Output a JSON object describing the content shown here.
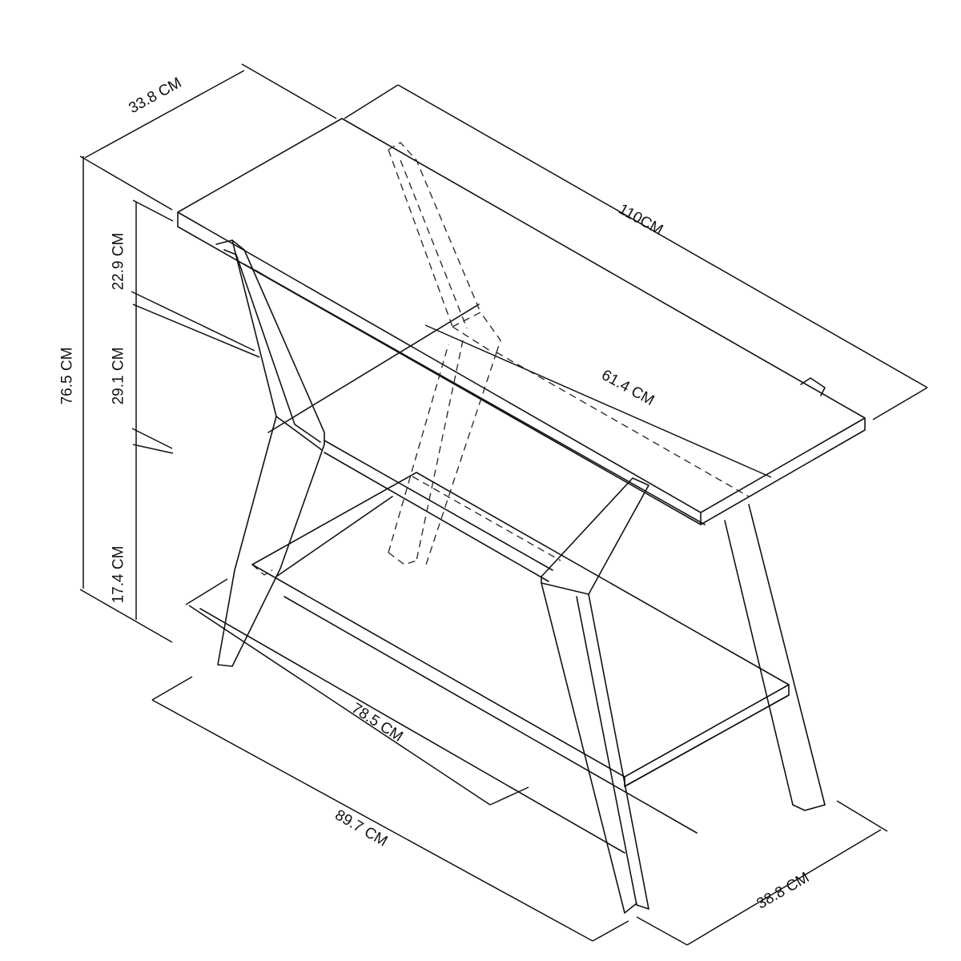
{
  "diagram": {
    "subject": "console table with X-style legs and lower shelf",
    "style": "isometric line drawing",
    "line_color": "#111111",
    "background": "#ffffff",
    "dimensions": {
      "top_depth": "33.8 CM",
      "top_length": "110CM",
      "overall_height": "76.5 CM",
      "upper_segment_height": "22.9 CM",
      "middle_segment_height": "29.1 CM",
      "lower_segment_height": "17.4 CM",
      "inner_span": "61.4 CM",
      "shelf_length": "78.5 CM",
      "base_length": "89.7 CM",
      "base_depth": "38.8 CM"
    }
  }
}
